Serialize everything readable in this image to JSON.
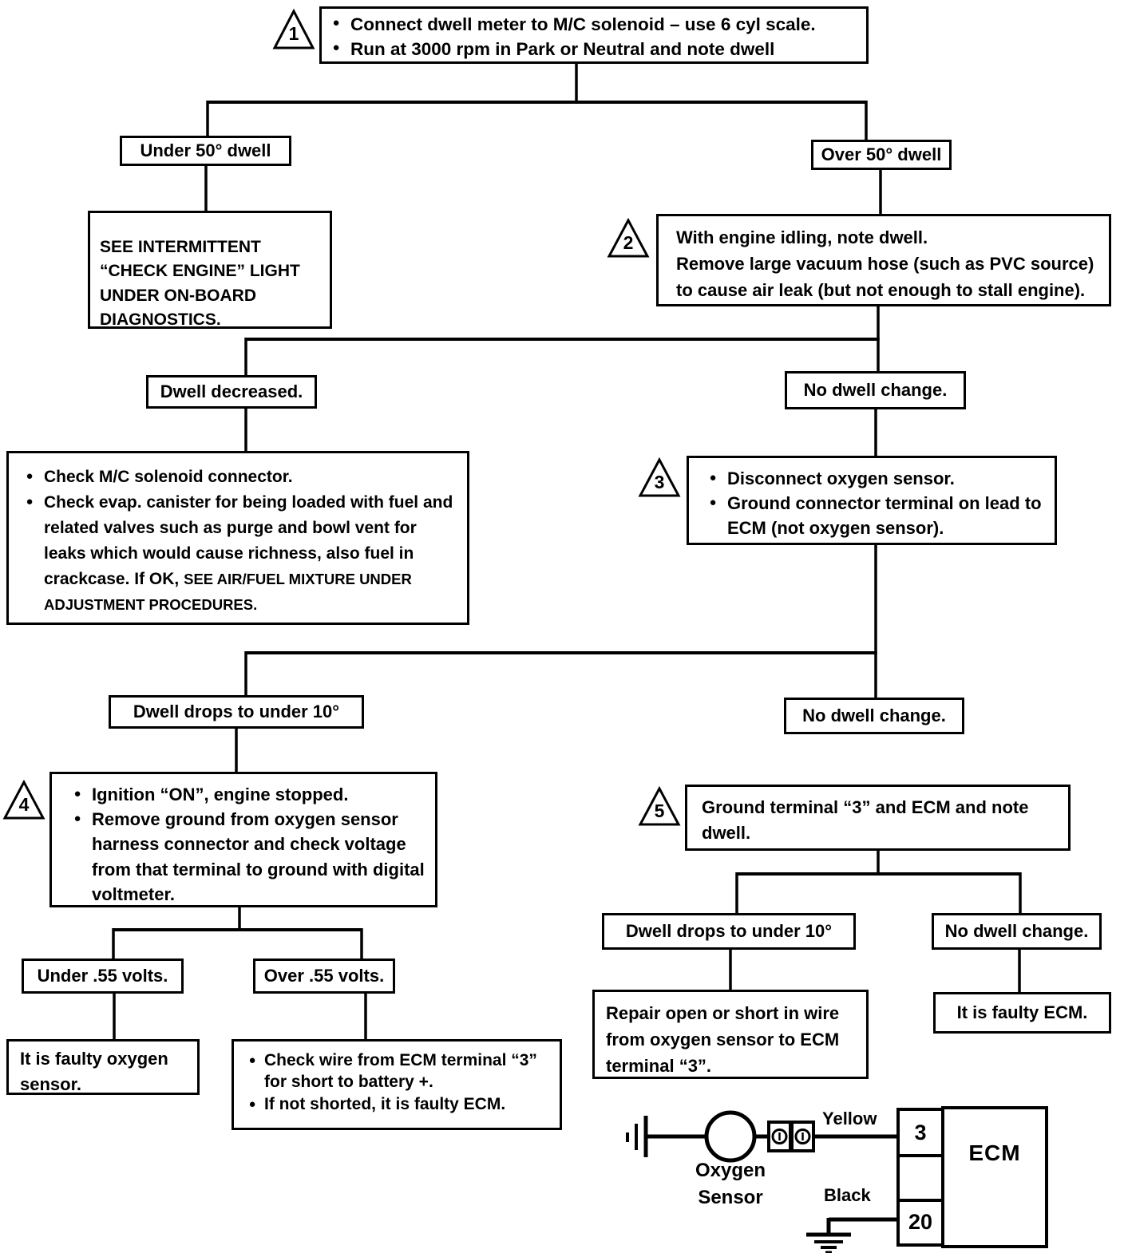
{
  "steps": {
    "s1": {
      "num": "1",
      "bullets": [
        "Connect dwell meter to M/C solenoid – use 6 cyl scale.",
        "Run at 3000 rpm in Park or Neutral and note dwell"
      ]
    },
    "s2": {
      "num": "2",
      "lines": [
        "With engine idling, note dwell.",
        "Remove large vacuum hose (such as PVC source)",
        "to cause air leak (but not enough to stall engine)."
      ]
    },
    "s3": {
      "num": "3",
      "bullets": [
        "Disconnect oxygen sensor.",
        "Ground connector terminal on lead to ECM (not oxygen sensor)."
      ]
    },
    "s4": {
      "num": "4",
      "bullets": [
        "Ignition “ON”, engine stopped.",
        "Remove ground from oxygen sensor harness connector and check voltage from that terminal to ground with digital voltmeter."
      ]
    },
    "s5": {
      "num": "5",
      "text": "Ground terminal “3” and ECM and note dwell."
    }
  },
  "conditions": {
    "under_50_dwell": "Under 50° dwell",
    "over_50_dwell": "Over 50° dwell",
    "dwell_decreased": "Dwell decreased.",
    "no_dwell_change_1": "No dwell change.",
    "dwell_drops_under_10_left": "Dwell drops to under 10°",
    "no_dwell_change_2": "No dwell change.",
    "under_55_volts": "Under .55 volts.",
    "over_55_volts": "Over .55 volts.",
    "dwell_drops_under_10_right": "Dwell drops to under 10°",
    "no_dwell_change_3": "No dwell change."
  },
  "actions": {
    "see_intermittent": "SEE INTERMITTENT “CHECK ENGINE” LIGHT UNDER ON-BOARD DIAGNOSTICS.",
    "check_mc": {
      "bullet1": "Check M/C solenoid connector.",
      "bullet2_text": "Check evap. canister for being loaded with fuel and related valves such as purge and bowl vent for leaks which would cause richness, also fuel in crackcase.  If OK, ",
      "bullet2_caps": "SEE AIR/FUEL MIXTURE UNDER ADJUSTMENT PROCEDURES."
    },
    "faulty_oxygen_sensor": "It is faulty oxygen sensor.",
    "check_wire": {
      "bullets": [
        "Check wire from ECM terminal “3” for short to battery +.",
        "If not shorted, it is faulty ECM."
      ]
    },
    "repair_open_short": "Repair open or short in wire from oxygen sensor to ECM terminal “3”.",
    "faulty_ecm": "It is faulty ECM."
  },
  "wiring": {
    "oxygen_line1": "Oxygen",
    "oxygen_line2": "Sensor",
    "yellow_label": "Yellow",
    "black_label": "Black",
    "terminal_top": "3",
    "terminal_bottom": "20",
    "ecm_label": "ECM"
  },
  "colors": {
    "ink": "#000000",
    "paper": "#ffffff"
  }
}
